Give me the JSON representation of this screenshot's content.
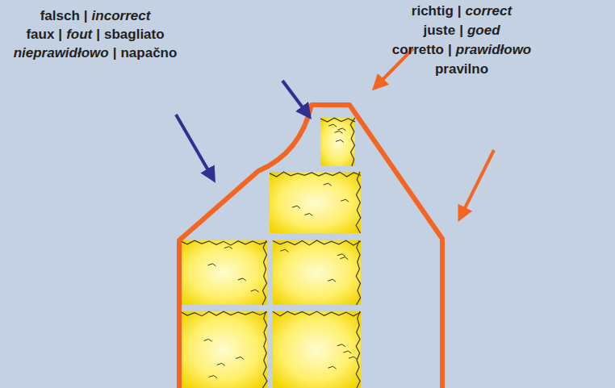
{
  "diagram": {
    "labels": [
      "falsch",
      "|",
      "incorrect",
      "faux",
      "|",
      "fout",
      "|",
      "sbagliato",
      "nieprawidłowo",
      "|",
      "napačno",
      "richtig",
      "|",
      "correct",
      "juste",
      "|",
      "goed",
      "corretto",
      "|",
      "prawidłowo",
      "pravilno"
    ]
  }
}
